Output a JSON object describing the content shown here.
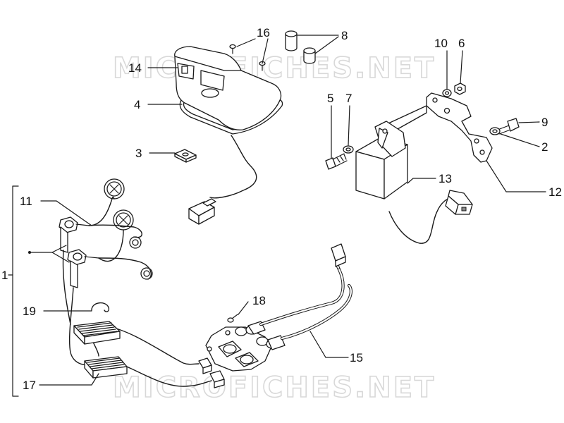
{
  "watermark": "MICROFICHES.NET",
  "callouts": {
    "c1": "1",
    "c2": "2",
    "c3": "3",
    "c4": "4",
    "c5": "5",
    "c6": "6",
    "c7": "7",
    "c8": "8",
    "c9": "9",
    "c10": "10",
    "c11": "11",
    "c12": "12",
    "c13": "13",
    "c14": "14",
    "c15": "15",
    "c16": "16",
    "c17": "17",
    "c18": "18",
    "c19": "19"
  }
}
